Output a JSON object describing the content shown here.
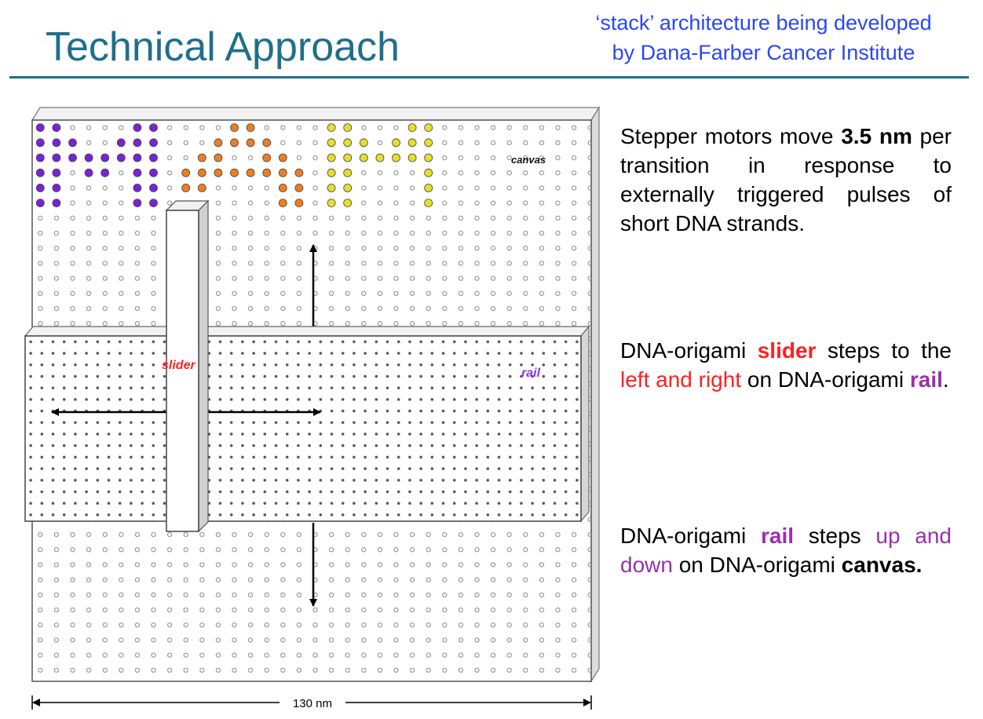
{
  "title": "Technical Approach",
  "subtitle": {
    "line1": "‘stack’ architecture being developed",
    "line2": "by Dana-Farber Cancer Institute"
  },
  "diagram": {
    "canvas_label": "canvas",
    "rail_label": "rail",
    "slider_label": "slider",
    "scale_label": "130 nm",
    "colors": {
      "title": "#1f6f8b",
      "subtitle": "#2b47f5",
      "purple_dots": "#7a22d6",
      "orange_dots": "#ef7d22",
      "yellow_dots": "#e5df29",
      "slider_label": "#ff2020",
      "rail_label": "#8a35e0"
    }
  },
  "text": {
    "p1": {
      "a": "Stepper motors move ",
      "b": "3.5 nm",
      "c": " per transition in response to externally triggered pulses of short DNA strands."
    },
    "p2": {
      "a": "DNA-origami ",
      "b": "slider",
      "c": " steps to the ",
      "d": "left and right",
      "e": " on DNA-origami ",
      "f": "rail",
      "g": "."
    },
    "p3": {
      "a": "DNA-origami ",
      "b": "rail",
      "c": " steps ",
      "d": "up and down",
      "e": " on DNA-origami ",
      "f": "canvas."
    }
  }
}
